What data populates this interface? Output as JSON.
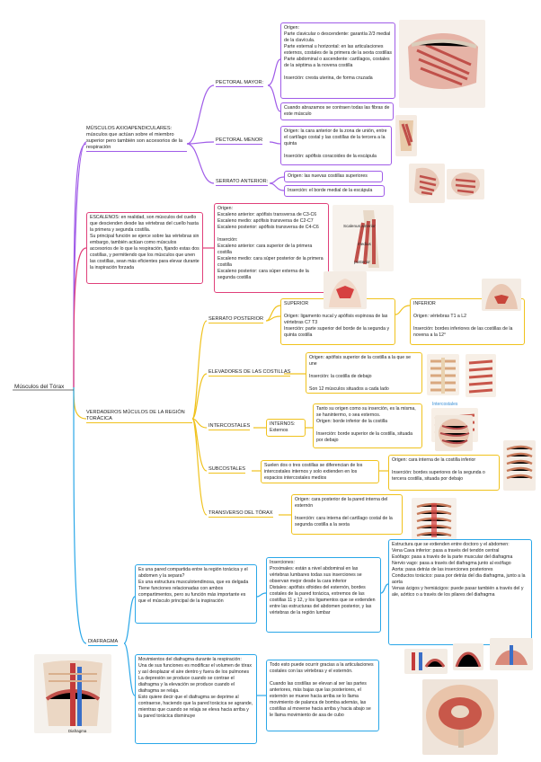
{
  "root": "Músculos del Tórax",
  "colors": {
    "purple": "#a05ce8",
    "pink": "#e0407a",
    "yellow": "#f0c21d",
    "blue": "#2aa7e8"
  },
  "axio": {
    "title": "MÚSCULOS AXIOAPENDICULARES: músculos que actúan sobre el miembro superior pero también son accesorios de la respiración",
    "pectoral_mayor": {
      "label": "PECTORAL MAYOR:",
      "origen": "Origen:\nParte clavicular o descendente: garantía 2/3 medial de la clavícula.\nParte esternal u horizontal: en las articulaciones esternos, costales de la primera de la sexta costillas\nParte abdominal o ascendente: cartílagos, costales de la séptima a la novena costilla\n\nInserción: cresta uterina, de forma cruzada",
      "note": "Cuando abrazamos se contraen todas las fibras de este músculo"
    },
    "pectoral_menor": {
      "label": "PECTORAL MENOR",
      "text": "Origen: la cara anterior de la zona de unión, entre el cartílago costal y las costillas de la tercera a la quinta\n\nInserción: apófisis coracoides de la escápula"
    },
    "serrato_anterior": {
      "label": "SERRATO ANTERIOR:",
      "origen": "Origen: las nuevas costillas superiores",
      "insercion": "Inserción: el borde medial de la escápula"
    }
  },
  "escalenos": {
    "text": "ESCALENOS: en realidad, son músculos del cuello que descienden desde las vértebras del cuello hasta la primera y segunda costilla.\nSu principal función se ejerce sobre las vértebras sin embargo, también actúan como músculos accesorios de lo que la respiración, fijando estas dos costillas, y permitiendo que los músculos que unen las costillas, sean más eficientes para elevar durante la inspiración forzada",
    "detail": "Origen:\nEscaleno anterior: apófisis transversa de C3-C6\nEscaleno medio: apófisis transversa de C2-C7\nEscaleno posterior: apófisis transversa de C4-C6\n\nInserción:\nEscaleno anterior: cara superior de la primera costilla\nEscaleno medio: cara súper posterior de la primera costilla\nEscaleno posterior: cara súper externa de la segunda costilla",
    "fig_labels": [
      "Scalenus anterior",
      "medius",
      "posterior"
    ]
  },
  "verdaderos": {
    "title": "VERDADEROS MÚCULOS DE LA REGIÓN TORÁCICA",
    "serrato_posterior": {
      "label": "SERRATO POSTERIOR",
      "superior": "SUPERIOR\n\nOrigen: ligamento nucal y apófisis espinosa de las vértebras C7 T3\nInserción: parte superior del borde de la segunda y quinta costilla",
      "inferior": "INFERIOR\n\nOrigen: vértebras T1 a L2\n\nInserción: bordes inferiores de las costillas de la novena a la 12°"
    },
    "elevadores": {
      "label": "ELEVADORES DE LAS COSTILLAS",
      "text": "Origen: apófisis superior de la costilla a la que se une\n\nInserción: la costilla de debajo\n\nSon 12 músculos situados a cada lado"
    },
    "intercostales": {
      "label": "INTERCOSTALES",
      "sub": "INTERNOS:\nExternos",
      "text": "Tanto su origen como su inserción, es la misma, se hanintermo, o sea externos.\nOrigen: borde inferior de la costilla\n\nInserción: borde superior de la costilla, situada por debajo",
      "fig_label": "Intercostales"
    },
    "subcostales": {
      "label": "SUBCOSTALES",
      "text": "Suelen dos o tres costillas se diferencian de los intercostales internos y solo extienden en los espacios intercostales medios",
      "detail": "Origen: cara interna de la costilla inferior\n\nInserción: bordes superiores de la segunda o tercera costilla, situada por debajo"
    },
    "transverso": {
      "label": "TRANSVERSO DEL TÓRAX",
      "text": "Origen: cara posterior de la pared interna del esternón\n\nInserción: cara interna del cartílago costal de la segunda costilla a la sexta"
    }
  },
  "diafragma": {
    "label": "DIAFRAGMA",
    "desc": "Es una pared compartida entre la región torácica y el abdomen y la separa?\nEs una estructura musculotendinosa, que es delgada\nTiene funciones relacionadas con ambos compartimentos, pero su función más importante es que el músculo principal de la inspiración",
    "inserciones": "Inserciones:\nProximales: están a nivel abdominal en las vértebras lumbares todas sus inserciones se observan mejor desde la cara inferior\nDistales: apófisis xifoides del esternón, bordes costales de la pared torácica, extremos de las costillas 11 y 12, y los ligamentos que se extienden entre las estructuras del abdomen posterior, y las vértebras de la región lumbar",
    "estructuras": "Estructura que se extienden entre doctoro y el abdomen:\nVena Cava inferior: pasa a través del tendón central\nEsófago: pasa a través de la parte muscular del diafragma\nNervio vago: pasa a través del diafragma junto al esófago\nAorta: pasa detrás de las inserciones posteriores\nConductos torácico: pasa por detrás del dia diafragma, junto a la aorta\nVenas ácigos y hemiácigos: puede pasar también a través del y ale, aórtico o a través de los pilares del diafragma",
    "movimientos": "Movimientos del diafragma durante la respiración:\nUna de sus funciones es modificar el volumen de tórax y así desplazar el aire dentro y fuera de los pulmones\nLa depresión se produce cuando se contrae el diafragma y la elevación se produce cuando el diafragma se relaja.\nEsto quiere decir que el diafragma se deprime al contraerse, haciendo que la pared torácica se agrande, mientras que cuando se relaja se eleva hacia arriba y la pared torácica disminuye",
    "costillas": "Todo esto puede ocurrir gracias a la articulaciones costales con las vértebras y el esternón.\n\nCuando las costillas se elevan al ser las partes anteriores, más bajas que las posteriores, el esternón se mueve hacia arriba se lo llama movimiento de palanca de bomba además, las costillas al moverse hacia arriba y hacia abajo se le llama movimiento de asa de cubo",
    "fig_label": "Diafragma"
  }
}
